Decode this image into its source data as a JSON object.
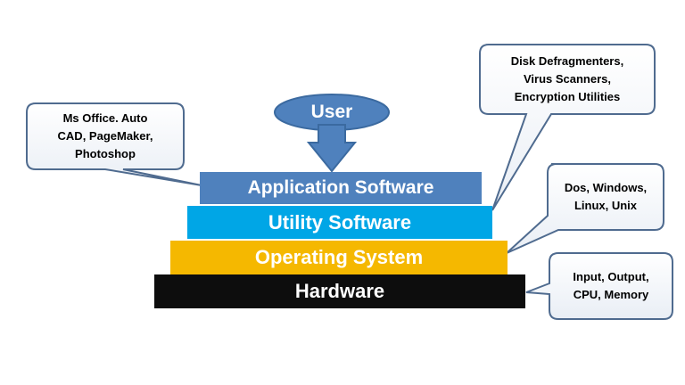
{
  "user": {
    "label": "User"
  },
  "layers": {
    "application": {
      "label": "Application Software",
      "color": "#4f81bd"
    },
    "utility": {
      "label": "Utility Software",
      "color": "#00a6e6"
    },
    "os": {
      "label": "Operating System",
      "color": "#f5b800"
    },
    "hardware": {
      "label": "Hardware",
      "color": "#0d0d0d"
    }
  },
  "callouts": {
    "application_examples": {
      "lines": [
        "Ms Office. Auto",
        "CAD, PageMaker,",
        "Photoshop"
      ]
    },
    "utility_examples": {
      "lines": [
        "Disk Defragmenters,",
        "Virus Scanners,",
        "Encryption Utilities"
      ]
    },
    "os_examples": {
      "lines": [
        "Dos, Windows,",
        "Linux, Unix"
      ]
    },
    "hardware_examples": {
      "lines": [
        "Input, Output,",
        "CPU, Memory"
      ]
    }
  },
  "colors": {
    "callout_border": "#4f6b8f",
    "user_fill": "#4f81bd"
  }
}
